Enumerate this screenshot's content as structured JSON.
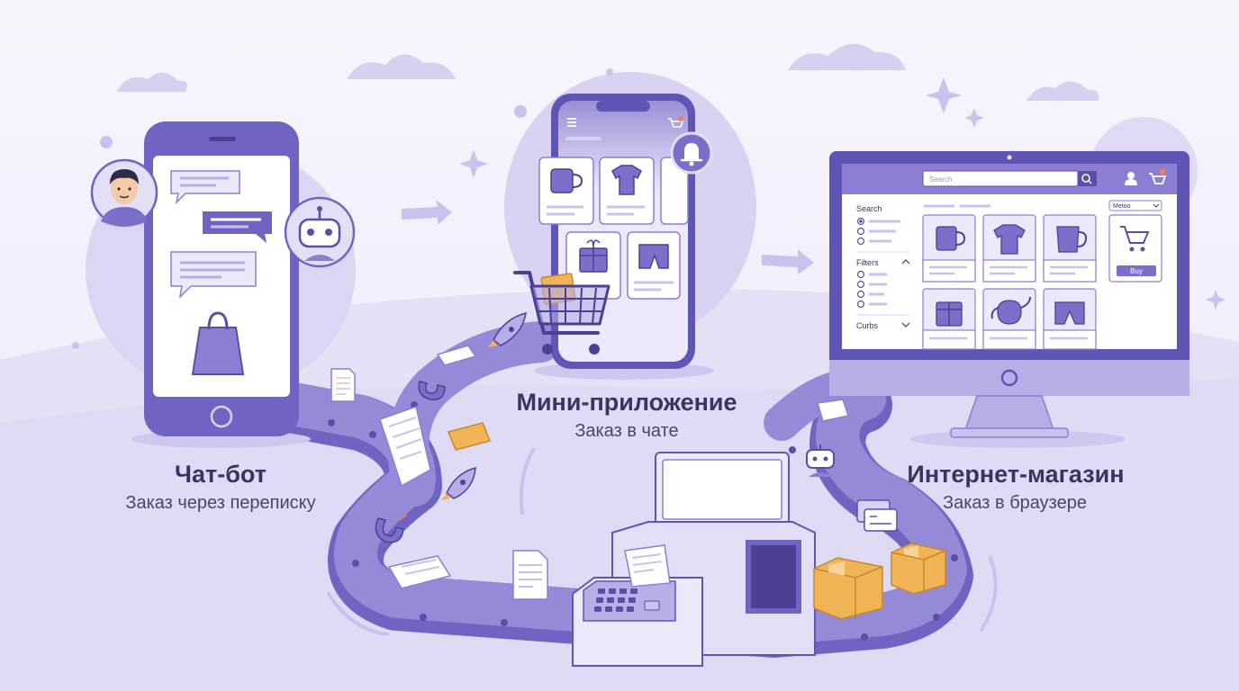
{
  "sections": {
    "chatbot": {
      "title": "Чат-бот",
      "subtitle": "Заказ через переписку"
    },
    "miniapp": {
      "title": "Мини-приложение",
      "subtitle": "Заказ в чате"
    },
    "webstore": {
      "title": "Интернет-магазин",
      "subtitle": "Заказ в браузере"
    }
  },
  "webstore_ui": {
    "search_placeholder": "Search",
    "sidebar_search": "Search",
    "sidebar_filters": "Filters",
    "sidebar_curbs": "Curbs",
    "sort_select": "Metoo",
    "buy_label": "Buy"
  },
  "colors": {
    "primary": "#7b6fc9",
    "primary_dark": "#5a4fa8",
    "track": "#8a7fd4",
    "accent_orange": "#f0b455",
    "background": "#f4f2fb"
  }
}
